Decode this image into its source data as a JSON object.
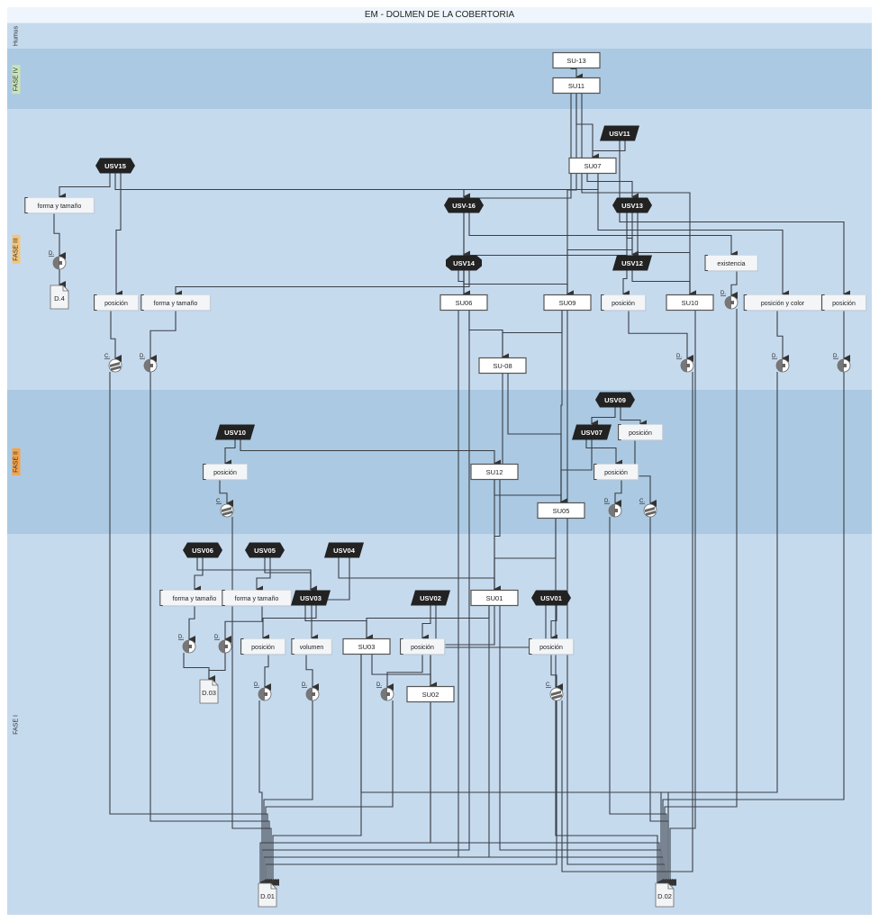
{
  "diagram": {
    "title": "EM - DOLMEN DE LA COBERTORIA",
    "colors": {
      "lane_light": "#c6daee",
      "lane_dark": "#abc9e2",
      "node_dark": "#222222",
      "node_su": "#ffffff",
      "edge": "#333333",
      "fase_iv_badge": "#c9e5b8",
      "fase_iii_badge": "#f6c57a",
      "fase_ii_badge": "#f4a34a"
    },
    "lanes": [
      {
        "id": "humus",
        "label": "Humus",
        "badge": false
      },
      {
        "id": "fase-iv",
        "label": "FASE IV",
        "badge": true
      },
      {
        "id": "fase-iii",
        "label": "FASE III",
        "badge": true
      },
      {
        "id": "fase-ii",
        "label": "FASE II",
        "badge": true
      },
      {
        "id": "fase-i",
        "label": "FASE I",
        "badge": false
      }
    ],
    "nodes": [
      {
        "id": "SU-13",
        "label": "SU-13",
        "type": "su"
      },
      {
        "id": "SU11",
        "label": "SU11",
        "type": "su"
      },
      {
        "id": "USV11",
        "label": "USV11",
        "type": "usv-para"
      },
      {
        "id": "SU07",
        "label": "SU07",
        "type": "su"
      },
      {
        "id": "USV15",
        "label": "USV15",
        "type": "usv-hex"
      },
      {
        "id": "USV-16",
        "label": "USV-16",
        "type": "usv-hex"
      },
      {
        "id": "USV13",
        "label": "USV13",
        "type": "usv-hex"
      },
      {
        "id": "USV14",
        "label": "USV14",
        "type": "usv-oct"
      },
      {
        "id": "USV12",
        "label": "USV12",
        "type": "usv-para"
      },
      {
        "id": "P-forma1",
        "label": "forma y tamaño",
        "type": "prop"
      },
      {
        "id": "P-existencia",
        "label": "existencia",
        "type": "prop"
      },
      {
        "id": "P-posicion1",
        "label": "posición",
        "type": "prop"
      },
      {
        "id": "P-forma2",
        "label": "forma y tamaño",
        "type": "prop"
      },
      {
        "id": "SU06",
        "label": "SU06",
        "type": "su"
      },
      {
        "id": "SU09",
        "label": "SU09",
        "type": "su"
      },
      {
        "id": "P-posicion2",
        "label": "posición",
        "type": "prop"
      },
      {
        "id": "SU10",
        "label": "SU10",
        "type": "su"
      },
      {
        "id": "P-poscolor",
        "label": "posición y color",
        "type": "prop"
      },
      {
        "id": "P-posicion3",
        "label": "posición",
        "type": "prop"
      },
      {
        "id": "SU-08",
        "label": "SU-08",
        "type": "su"
      },
      {
        "id": "D.4",
        "label": "D.4",
        "type": "doc"
      },
      {
        "id": "USV09",
        "label": "USV09",
        "type": "usv-hex"
      },
      {
        "id": "USV07",
        "label": "USV07",
        "type": "usv-para"
      },
      {
        "id": "P-posicion4",
        "label": "posición",
        "type": "prop"
      },
      {
        "id": "USV10",
        "label": "USV10",
        "type": "usv-para"
      },
      {
        "id": "P-posicion5",
        "label": "posición",
        "type": "prop"
      },
      {
        "id": "SU12",
        "label": "SU12",
        "type": "su"
      },
      {
        "id": "P-posicion6",
        "label": "posición",
        "type": "prop"
      },
      {
        "id": "SU05",
        "label": "SU05",
        "type": "su"
      },
      {
        "id": "USV06",
        "label": "USV06",
        "type": "usv-hex"
      },
      {
        "id": "USV05",
        "label": "USV05",
        "type": "usv-hex"
      },
      {
        "id": "USV04",
        "label": "USV04",
        "type": "usv-para"
      },
      {
        "id": "P-forma3",
        "label": "forma y tamaño",
        "type": "prop"
      },
      {
        "id": "P-forma4",
        "label": "forma y tamaño",
        "type": "prop"
      },
      {
        "id": "USV03",
        "label": "USV03",
        "type": "usv-para"
      },
      {
        "id": "USV02",
        "label": "USV02",
        "type": "usv-para"
      },
      {
        "id": "SU01",
        "label": "SU01",
        "type": "su"
      },
      {
        "id": "USV01",
        "label": "USV01",
        "type": "usv-hex"
      },
      {
        "id": "P-posicion7",
        "label": "posición",
        "type": "prop"
      },
      {
        "id": "P-volumen",
        "label": "volumen",
        "type": "prop"
      },
      {
        "id": "SU03",
        "label": "SU03",
        "type": "su"
      },
      {
        "id": "P-posicion8",
        "label": "posición",
        "type": "prop"
      },
      {
        "id": "P-posicion9",
        "label": "posición",
        "type": "prop"
      },
      {
        "id": "SU02",
        "label": "SU02",
        "type": "su"
      },
      {
        "id": "D.03",
        "label": "D.03",
        "type": "doc"
      },
      {
        "id": "D.01",
        "label": "D.01",
        "type": "doc"
      },
      {
        "id": "D.02",
        "label": "D.02",
        "type": "doc"
      }
    ],
    "combiners": [
      {
        "id": "X1",
        "label": "D.",
        "kind": "extractor"
      },
      {
        "id": "X2",
        "label": "C.",
        "kind": "combiner"
      },
      {
        "id": "X3",
        "label": "D.",
        "kind": "extractor"
      },
      {
        "id": "X4",
        "label": "D.",
        "kind": "extractor"
      },
      {
        "id": "X5",
        "label": "D.",
        "kind": "extractor"
      },
      {
        "id": "X6",
        "label": "D.",
        "kind": "extractor"
      },
      {
        "id": "X7",
        "label": "D.",
        "kind": "extractor"
      },
      {
        "id": "X8",
        "label": "C.",
        "kind": "combiner"
      },
      {
        "id": "X9",
        "label": "D.",
        "kind": "extractor"
      },
      {
        "id": "X10",
        "label": "C.",
        "kind": "combiner"
      },
      {
        "id": "X11",
        "label": "D.",
        "kind": "extractor"
      },
      {
        "id": "X12",
        "label": "D.",
        "kind": "extractor"
      },
      {
        "id": "X13",
        "label": "D.",
        "kind": "extractor"
      },
      {
        "id": "X14",
        "label": "D.",
        "kind": "extractor"
      },
      {
        "id": "X15",
        "label": "D.",
        "kind": "extractor"
      },
      {
        "id": "X16",
        "label": "C.",
        "kind": "combiner"
      }
    ]
  }
}
